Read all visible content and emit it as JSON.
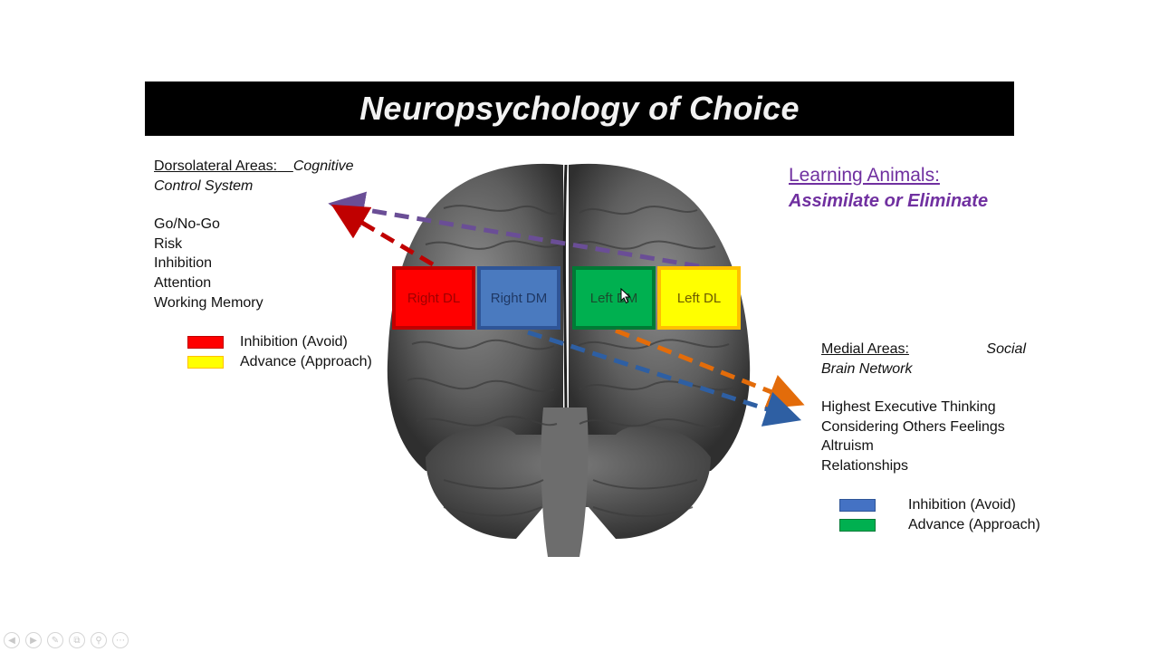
{
  "slide": {
    "title": "Neuropsychology of Choice"
  },
  "left_panel": {
    "heading_underlined": "Dorsolateral Areas:",
    "heading_italic_1": "Cognitive",
    "heading_italic_2": "Control System",
    "items": [
      "Go/No-Go",
      "Risk",
      "Inhibition",
      "Attention",
      "Working Memory"
    ],
    "legend": [
      {
        "label": "Inhibition (Avoid)",
        "color": "#ff0000"
      },
      {
        "label": "Advance (Approach)",
        "color": "#ffff00"
      }
    ]
  },
  "learning": {
    "line1": "Learning Animals:",
    "line2": "Assimilate or Eliminate",
    "color": "#7030a0"
  },
  "right_panel": {
    "heading_underlined": "Medial Areas:",
    "heading_italic_1": "Social",
    "heading_italic_2": "Brain Network",
    "items": [
      "Highest Executive Thinking",
      "Considering Others Feelings",
      "Altruism",
      "Relationships"
    ],
    "legend": [
      {
        "label": "Inhibition (Avoid)",
        "color": "#4472c4"
      },
      {
        "label": "Advance (Approach)",
        "color": "#00b050"
      }
    ]
  },
  "regions": [
    {
      "label": "Right DL",
      "fill": "#ff0000",
      "border": "#c00000",
      "text_color": "#a00000"
    },
    {
      "label": "Right DM",
      "fill": "#4a7abf",
      "border": "#2f5597",
      "text_color": "#1f3864"
    },
    {
      "label": "Left DM",
      "fill": "#00b050",
      "border": "#007a35",
      "text_color": "#1a4d2e"
    },
    {
      "label": "Left DL",
      "fill": "#ffff00",
      "border": "#ffc000",
      "text_color": "#6b5a00"
    }
  ],
  "arrows": {
    "purple": "#6a4e96",
    "red": "#c00000",
    "orange": "#e36c0a",
    "blue": "#2e5fa3"
  },
  "player_controls": [
    "prev-icon",
    "play-icon",
    "pen-icon",
    "copy-icon",
    "zoom-icon",
    "more-icon"
  ]
}
